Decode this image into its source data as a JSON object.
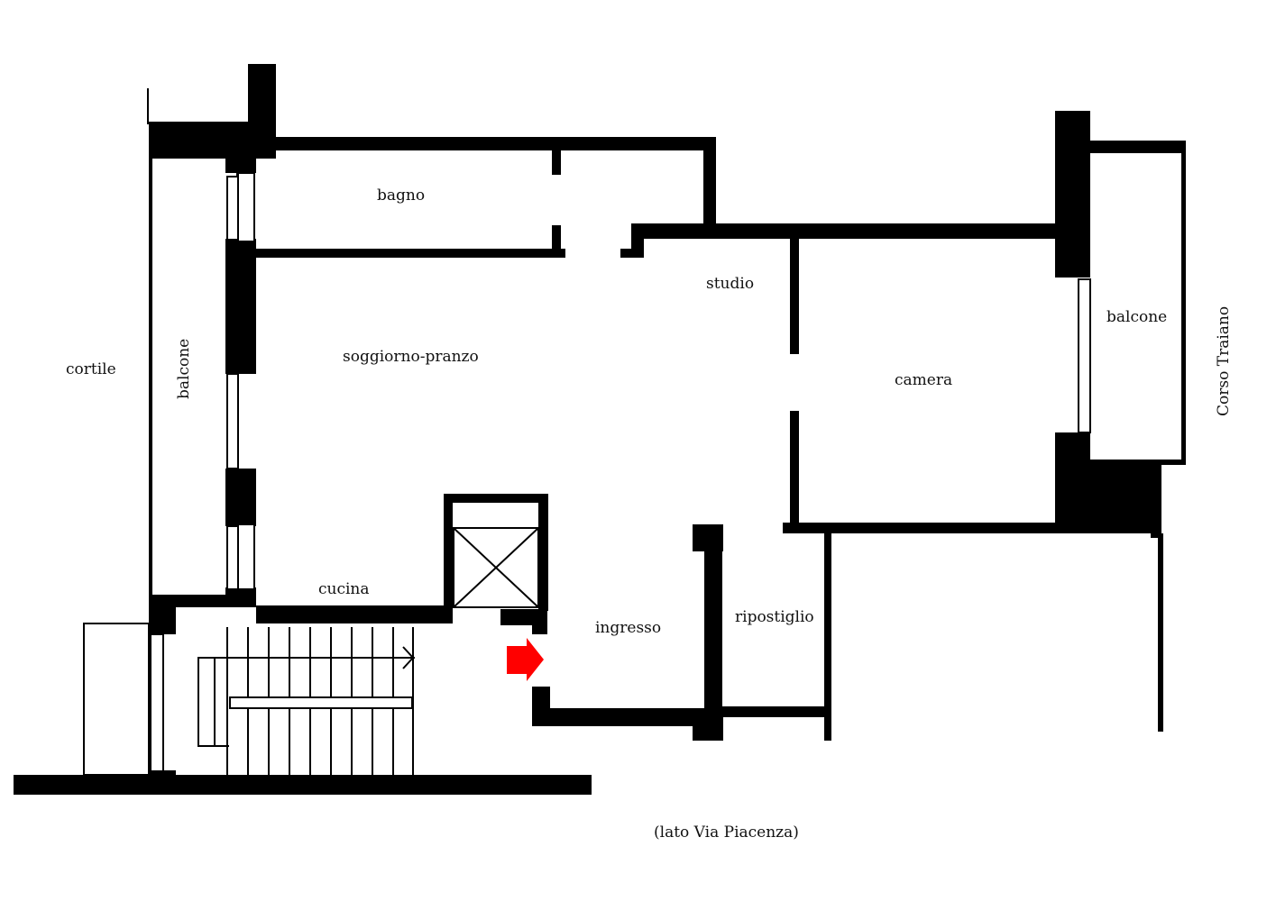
{
  "rooms": {
    "bagno": "bagno",
    "soggiorno": "soggiorno-pranzo",
    "studio": "studio",
    "camera": "camera",
    "cucina": "cucina",
    "ingresso": "ingresso",
    "ripostiglio": "ripostiglio",
    "balcone_left": "balcone",
    "balcone_right": "balcone"
  },
  "surroundings": {
    "cortile": "cortile",
    "corso": "Corso Traiano",
    "via": "(lato Via Piacenza)"
  },
  "colors": {
    "wall": "#000000",
    "entrance_arrow": "#ff0000"
  },
  "icons": {
    "entrance": "entrance-arrow-icon",
    "elevator": "elevator-icon",
    "stairs_direction": "stairs-arrow-icon"
  }
}
